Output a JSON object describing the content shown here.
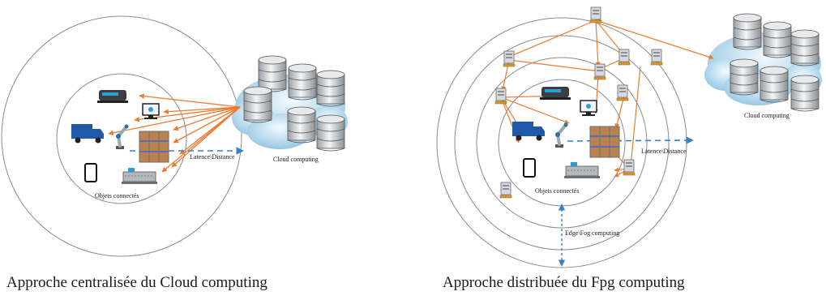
{
  "left": {
    "caption": "Approche centralisée du Cloud computing",
    "objects_label": "Objets connectés",
    "latency_label": "Latence\\Distance",
    "cloud_label": "Cloud computing"
  },
  "right": {
    "caption": "Approche distribuée du Fpg computing",
    "objects_label": "Objets connectés",
    "latency_label": "Latence\\Distance",
    "cloud_label": "Cloud computing",
    "edge_fog_label": "Edge\\Fog computing"
  },
  "colors": {
    "link": "#ee7a2f",
    "latency_arrow": "#3a7fc4",
    "ring": "#8c8c8c",
    "cloud": "#cfe6f4",
    "server": "#d0d3d7"
  },
  "icons": [
    "robot-icon",
    "computer-icon",
    "truck-icon",
    "robot-arm-icon",
    "warehouse-icon",
    "smartphone-icon",
    "machine-icon",
    "server-icon",
    "database-icon",
    "cloud-icon"
  ]
}
